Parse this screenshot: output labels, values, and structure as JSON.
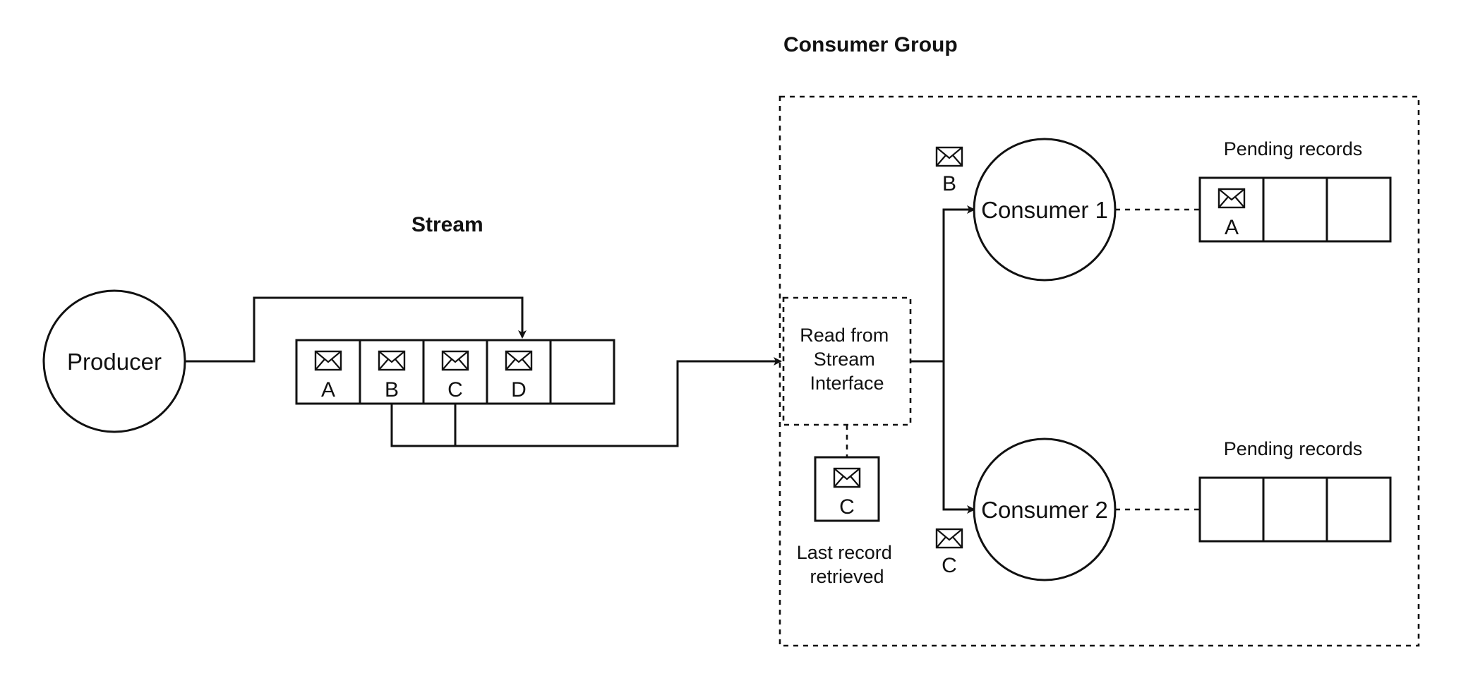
{
  "titles": {
    "consumer_group": "Consumer Group",
    "stream": "Stream"
  },
  "nodes": {
    "producer": "Producer",
    "consumer_1": "Consumer 1",
    "consumer_2": "Consumer 2",
    "read_interface": [
      "Read from",
      "Stream",
      "Interface"
    ]
  },
  "stream_records": [
    "A",
    "B",
    "C",
    "D",
    ""
  ],
  "in_flight": {
    "to_consumer_1": "B",
    "to_consumer_2": "C"
  },
  "last_record": {
    "record": "C",
    "caption": [
      "Last record",
      "retrieved"
    ]
  },
  "pending": {
    "consumer_1": {
      "label": "Pending records",
      "records": [
        "A",
        "",
        ""
      ]
    },
    "consumer_2": {
      "label": "Pending records",
      "records": [
        "",
        "",
        ""
      ]
    }
  },
  "icons": {
    "record": "envelope-icon"
  },
  "colors": {
    "stroke": "#111111",
    "background": "#ffffff"
  }
}
